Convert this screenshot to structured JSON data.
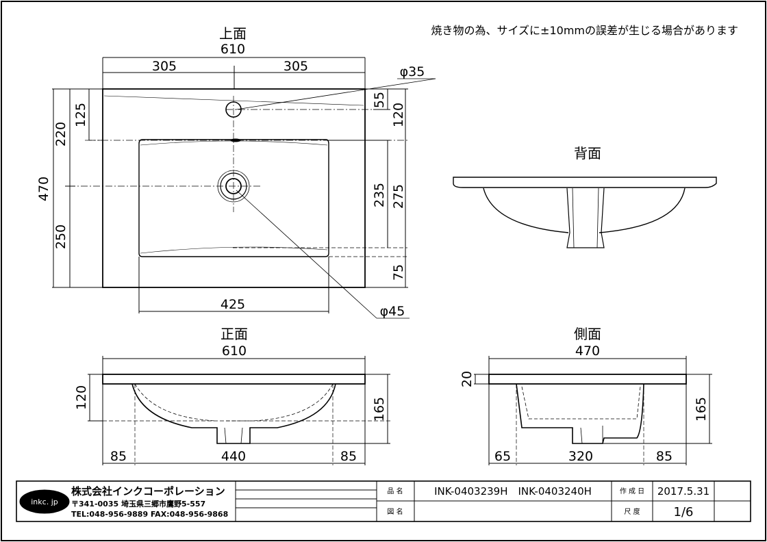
{
  "note": "焼き物の為、サイズに±10mmの誤差が生じる場合があります",
  "views": {
    "top": {
      "title": "上面"
    },
    "back": {
      "title": "背面"
    },
    "front": {
      "title": "正面"
    },
    "side": {
      "title": "側面"
    }
  },
  "dims": {
    "top_width": "610",
    "top_half_left": "305",
    "top_half_right": "305",
    "faucet_hole": "φ35",
    "drain_hole": "φ45",
    "hole_from_back": "55",
    "bowl_from_back": "120",
    "hole_center": "125",
    "drain_y": "220",
    "depth": "470",
    "front_part": "250",
    "bowl_inner": "235",
    "bowl_outer": "275",
    "front_margin": "75",
    "bowl_width": "425",
    "front_width": "610",
    "front_height": "120",
    "front_total_height": "165",
    "front_left": "85",
    "front_bowl": "440",
    "front_right": "85",
    "side_width": "470",
    "side_top_thickness": "20",
    "side_height": "165",
    "side_left": "65",
    "side_bowl": "320",
    "side_right": "85"
  },
  "titleblock": {
    "logo": "inkc. jp",
    "company": "株式会社インクコーポレーション",
    "address": "〒341-0035 埼玉県三郷市鷹野5-557",
    "phone": "TEL:048-956-9889 FAX:048-956-9868",
    "product_label": "品 名",
    "product": "INK-0403239H　INK-0403240H",
    "drawing_label": "図 名",
    "date_label": "作 成 日",
    "date": "2017.5.31",
    "scale_label": "尺 度",
    "scale": "1/6"
  }
}
